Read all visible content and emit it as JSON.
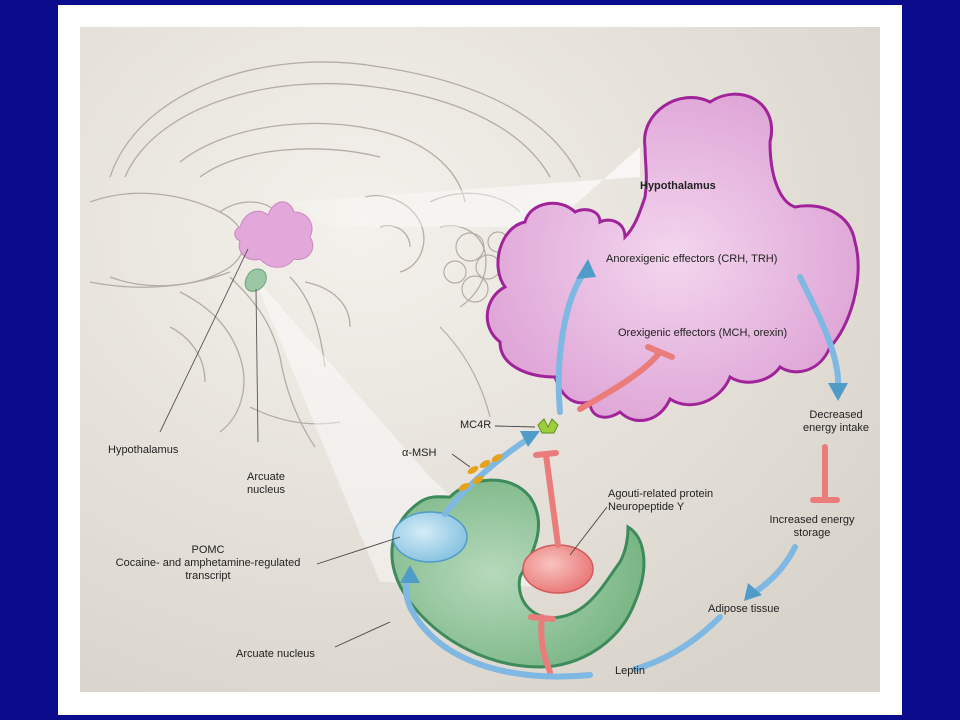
{
  "colors": {
    "background": "#0b0b8e",
    "panel": "#ffffff",
    "hypothalamus_fill": "#e9b6e2",
    "hypothalamus_outline": "#a0239a",
    "arcuate_fill": "#9cc7a4",
    "arcuate_outline": "#3d8a5b",
    "stimulatory_arrow": "#7fb8e2",
    "inhibitory_bar": "#ea7c7c",
    "pomc_neuron": "#9fd0ea",
    "agrp_neuron": "#ee8a8a",
    "msh_particles": "#e5a21c"
  },
  "labels": {
    "hypothalamus_title": "Hypothalamus",
    "anorexigenic": "Anorexigenic effectors (CRH, TRH)",
    "orexigenic": "Orexigenic effectors (MCH, orexin)",
    "mc4r": "MC4R",
    "alpha_msh": "α-MSH",
    "decreased_intake_1": "Decreased",
    "decreased_intake_2": "energy intake",
    "agrp_1": "Agouti-related protein",
    "agrp_2": "Neuropeptide Y",
    "increased_storage_1": "Increased energy",
    "increased_storage_2": "storage",
    "pomc_1": "POMC",
    "pomc_2": "Cocaine- and amphetamine-regulated",
    "pomc_3": "transcript",
    "adipose": "Adipose tissue",
    "arcuate_nucleus": "Arcuate nucleus",
    "leptin": "Leptin",
    "brain_hypothalamus": "Hypothalamus",
    "brain_arcuate_1": "Arcuate",
    "brain_arcuate_2": "nucleus"
  }
}
